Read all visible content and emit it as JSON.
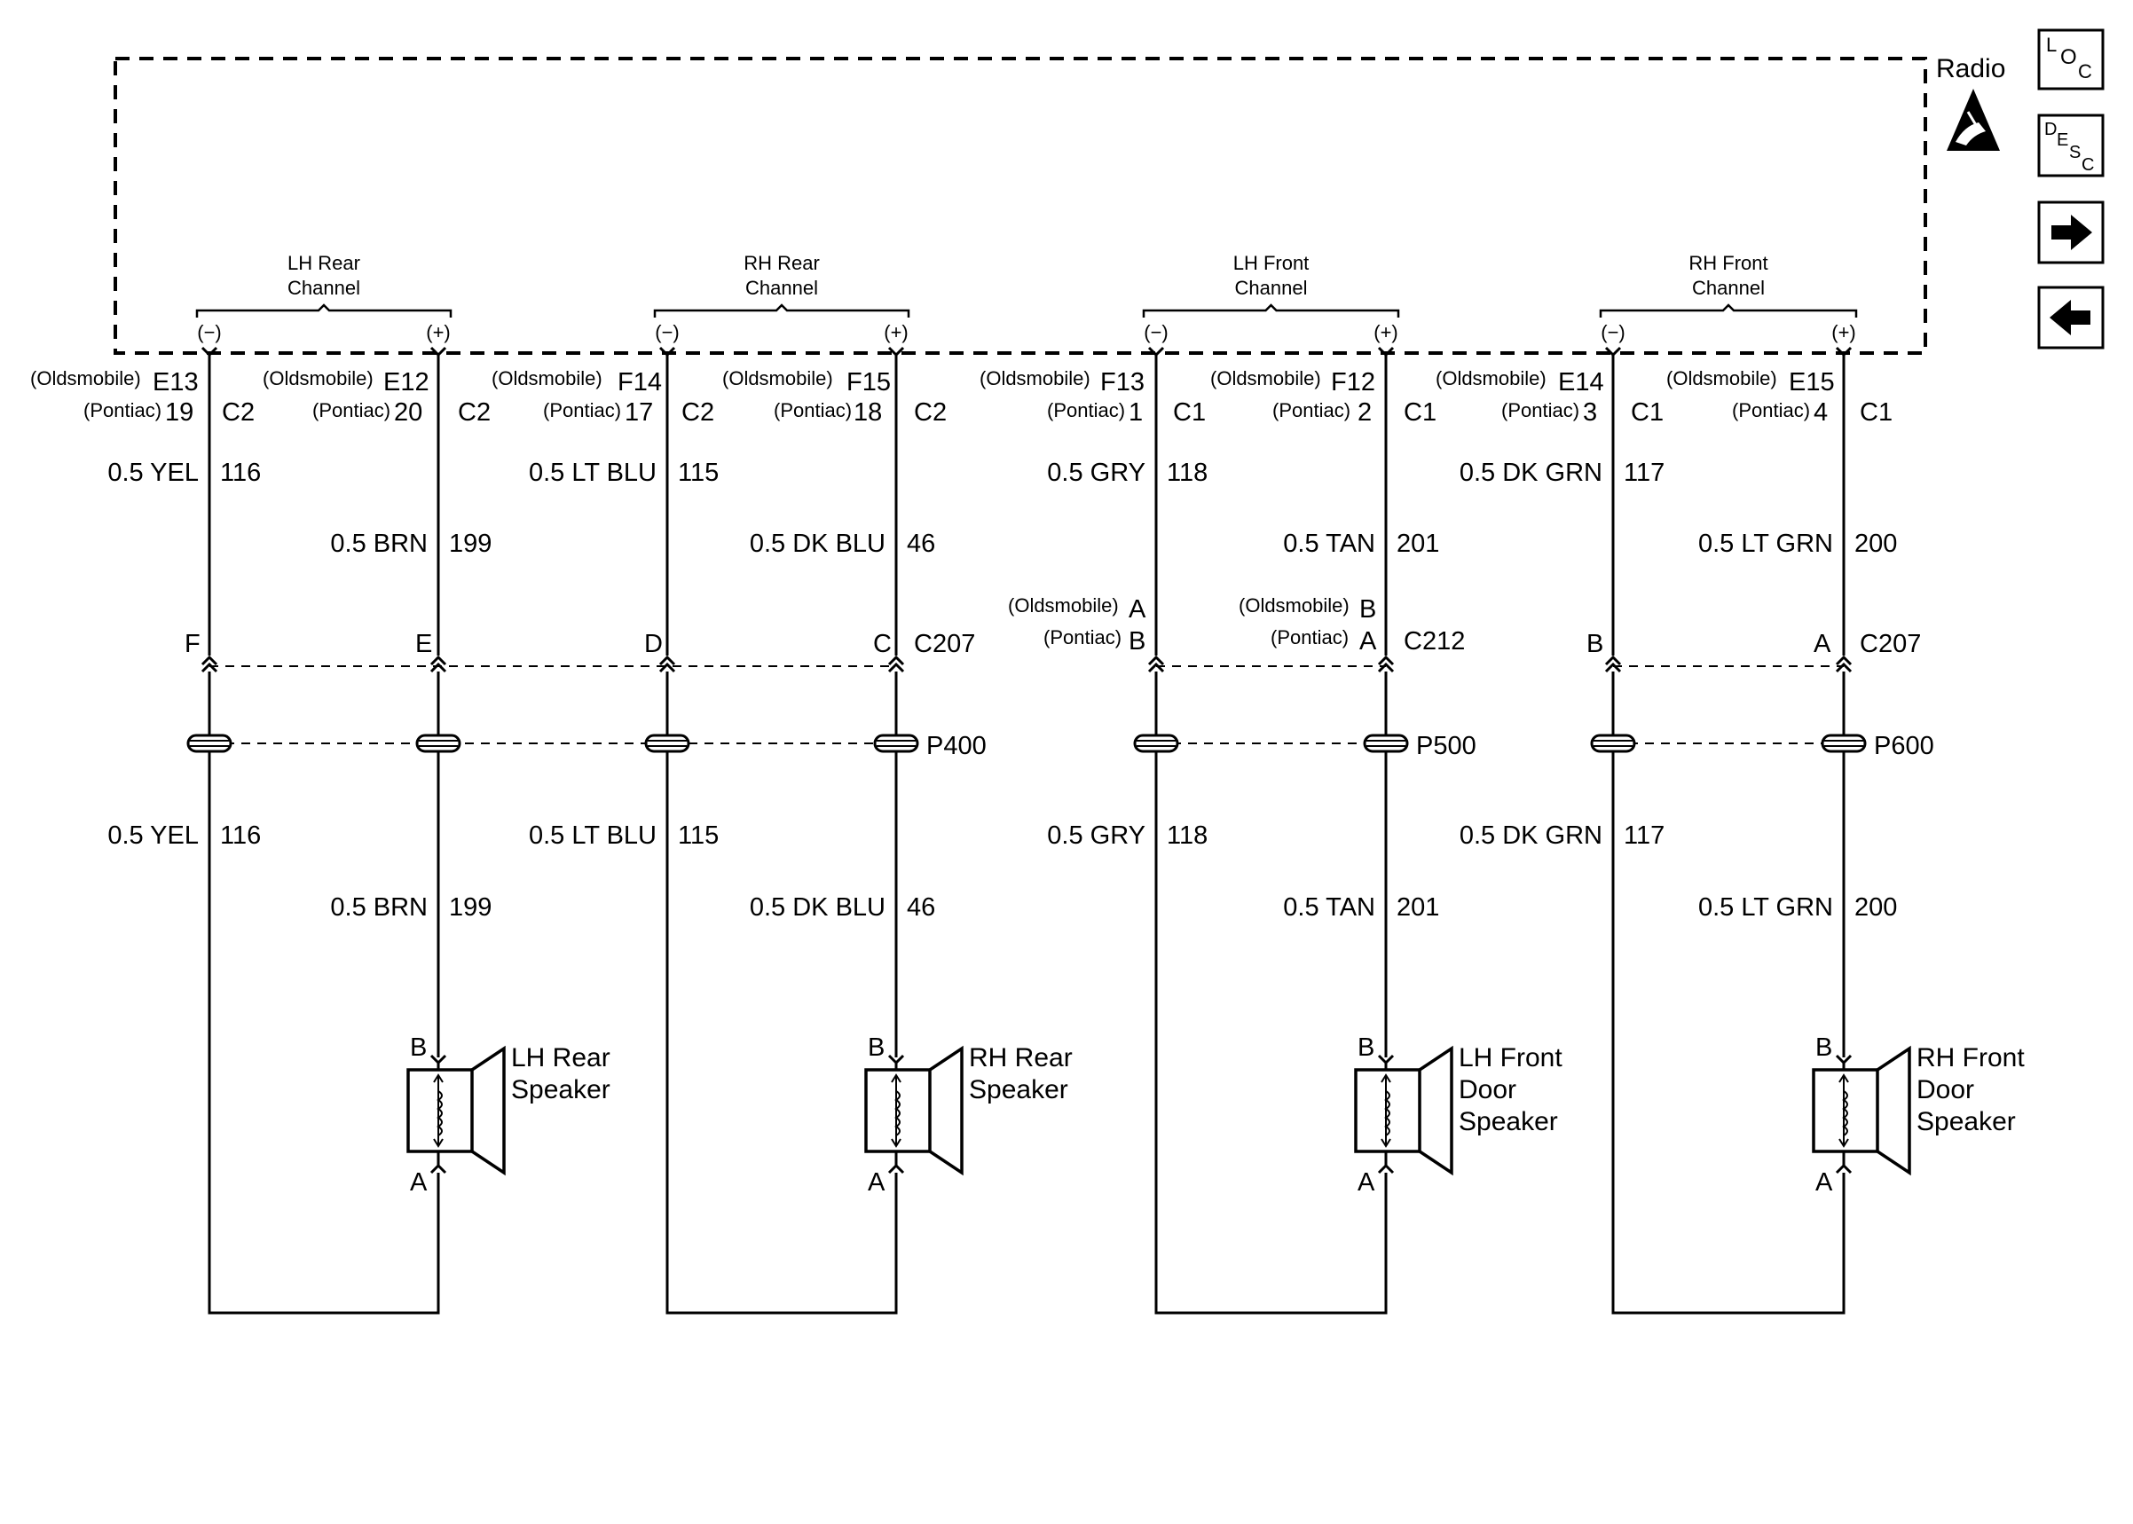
{
  "radio": {
    "label": "Radio"
  },
  "nav": {
    "loc": "LOC",
    "desc": "DESC"
  },
  "channels": [
    {
      "name": "LH Rear Channel",
      "neg": "(−)",
      "pos": "(+)"
    },
    {
      "name": "RH Rear Channel",
      "neg": "(−)",
      "pos": "(+)"
    },
    {
      "name": "LH Front Channel",
      "neg": "(−)",
      "pos": "(+)"
    },
    {
      "name": "RH Front Channel",
      "neg": "(−)",
      "pos": "(+)"
    }
  ],
  "terminals": [
    {
      "olds": "(Oldsmobile)",
      "olds_pin": "E13",
      "pont": "(Pontiac)",
      "pont_pin": "19",
      "conn": "C2"
    },
    {
      "olds": "(Oldsmobile)",
      "olds_pin": "E12",
      "pont": "(Pontiac)",
      "pont_pin": "20",
      "conn": "C2"
    },
    {
      "olds": "(Oldsmobile)",
      "olds_pin": "F14",
      "pont": "(Pontiac)",
      "pont_pin": "17",
      "conn": "C2"
    },
    {
      "olds": "(Oldsmobile)",
      "olds_pin": "F15",
      "pont": "(Pontiac)",
      "pont_pin": "18",
      "conn": "C2"
    },
    {
      "olds": "(Oldsmobile)",
      "olds_pin": "F13",
      "pont": "(Pontiac)",
      "pont_pin": "1",
      "conn": "C1"
    },
    {
      "olds": "(Oldsmobile)",
      "olds_pin": "F12",
      "pont": "(Pontiac)",
      "pont_pin": "2",
      "conn": "C1"
    },
    {
      "olds": "(Oldsmobile)",
      "olds_pin": "E14",
      "pont": "(Pontiac)",
      "pont_pin": "3",
      "conn": "C1"
    },
    {
      "olds": "(Oldsmobile)",
      "olds_pin": "E15",
      "pont": "(Pontiac)",
      "pont_pin": "4",
      "conn": "C1"
    }
  ],
  "wires": [
    {
      "color": "0.5 YEL",
      "circuit": "116"
    },
    {
      "color": "0.5 BRN",
      "circuit": "199"
    },
    {
      "color": "0.5 LT BLU",
      "circuit": "115"
    },
    {
      "color": "0.5 DK BLU",
      "circuit": "46"
    },
    {
      "color": "0.5 GRY",
      "circuit": "118"
    },
    {
      "color": "0.5 TAN",
      "circuit": "201"
    },
    {
      "color": "0.5 DK GRN",
      "circuit": "117"
    },
    {
      "color": "0.5 LT GRN",
      "circuit": "200"
    }
  ],
  "inline_connectors": {
    "c207_rear": {
      "pins": [
        "F",
        "E",
        "D",
        "C"
      ],
      "name": "C207"
    },
    "c212": {
      "pin_olds_1": "A",
      "pin_pont_1": "B",
      "pin_olds_2": "B",
      "pin_pont_2": "A",
      "olds": "(Oldsmobile)",
      "pont": "(Pontiac)",
      "name": "C212"
    },
    "c207_front": {
      "pins": [
        "B",
        "A"
      ],
      "name": "C207"
    }
  },
  "splices": [
    "P400",
    "P500",
    "P600"
  ],
  "speakers": [
    {
      "line1": "LH Rear",
      "line2": "Speaker",
      "line3": "",
      "pin_top": "B",
      "pin_bottom": "A"
    },
    {
      "line1": "RH Rear",
      "line2": "Speaker",
      "line3": "",
      "pin_top": "B",
      "pin_bottom": "A"
    },
    {
      "line1": "LH Front",
      "line2": "Door",
      "line3": "Speaker",
      "pin_top": "B",
      "pin_bottom": "A"
    },
    {
      "line1": "RH Front",
      "line2": "Door",
      "line3": "Speaker",
      "pin_top": "B",
      "pin_bottom": "A"
    }
  ]
}
